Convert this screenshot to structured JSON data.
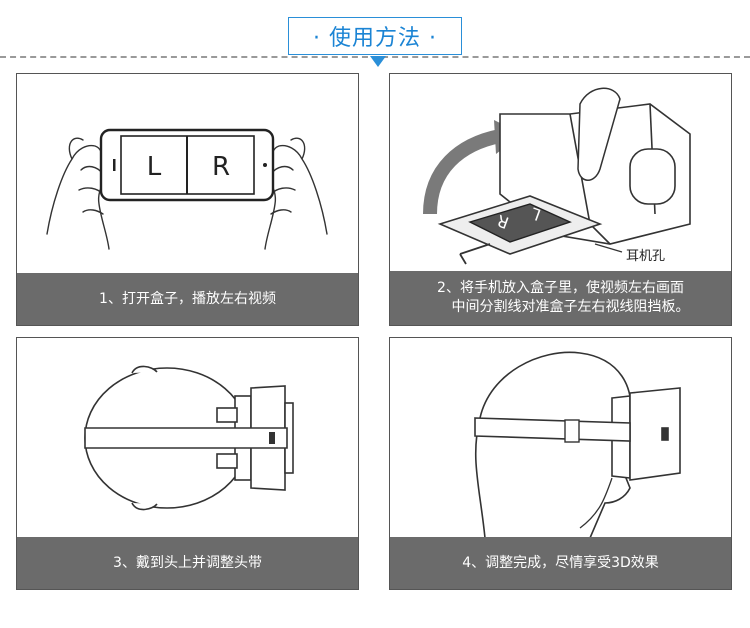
{
  "header": {
    "title": "· 使用方法 ·"
  },
  "panels": [
    {
      "caption": "1、打开盒子，播放左右视频",
      "screen_left": "L",
      "screen_right": "R"
    },
    {
      "caption_line1": "2、将手机放入盒子里，使视频左右画面",
      "caption_line2": "中间分割线对准盒子左右视线阻挡板。",
      "earphone_label": "耳机孔",
      "screen_left": "L",
      "screen_right": "R"
    },
    {
      "caption": "3、戴到头上并调整头带"
    },
    {
      "caption": "4、调整完成，尽情享受3D效果"
    }
  ],
  "colors": {
    "accent": "#2a8fd8",
    "caption_bg": "#6b6b6b"
  }
}
